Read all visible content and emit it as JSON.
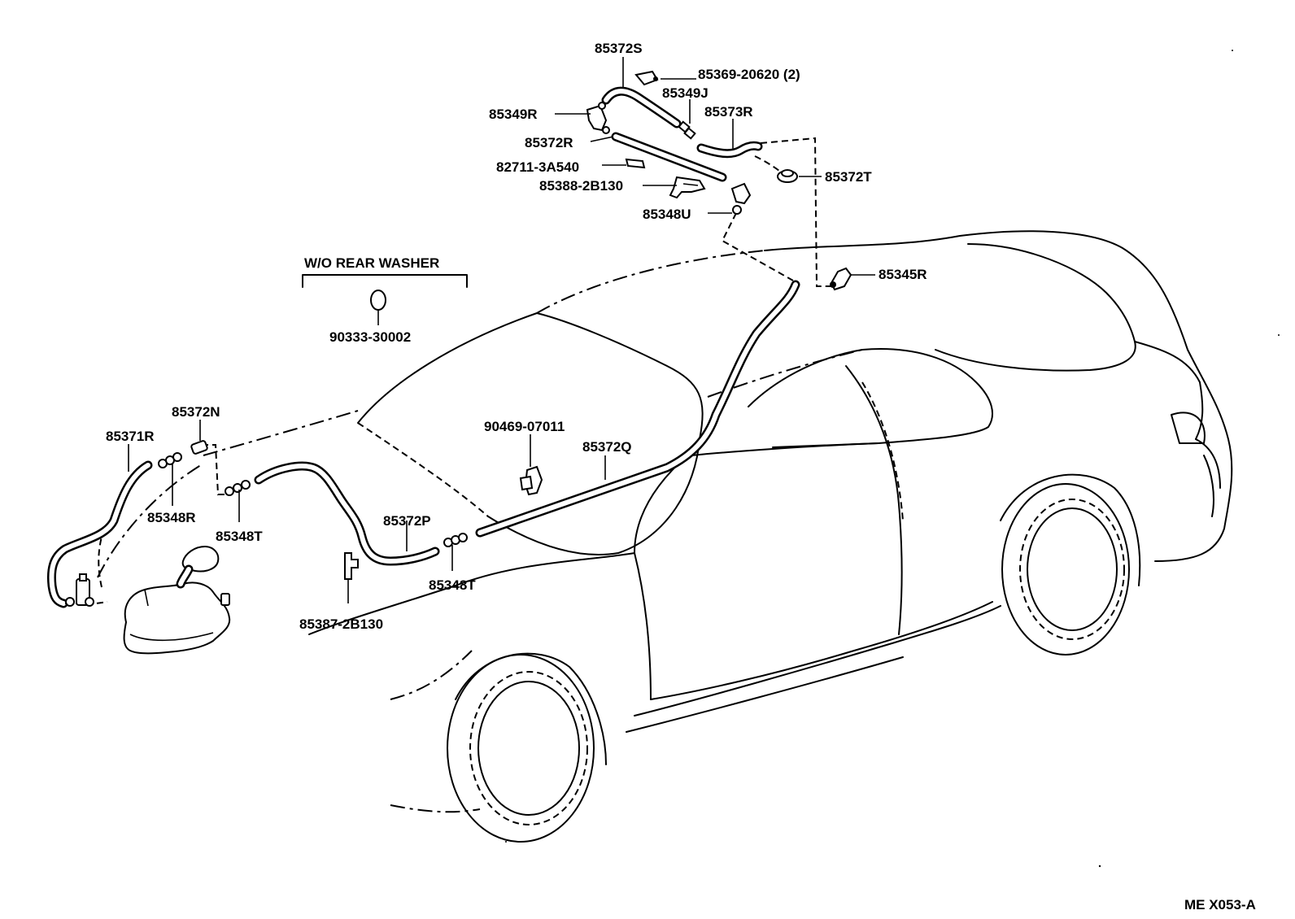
{
  "diagram": {
    "code": "ME X053-A",
    "group_label": "W/O REAR WASHER",
    "callouts": {
      "p85372S": "85372S",
      "p85369": "85369-20620 (2)",
      "p85349J": "85349J",
      "p85349R": "85349R",
      "p85373R": "85373R",
      "p85372R": "85372R",
      "p82711": "82711-3A540",
      "p85372T": "85372T",
      "p85388": "85388-2B130",
      "p85348U": "85348U",
      "p85345R": "85345R",
      "p90333": "90333-30002",
      "p85372N": "85372N",
      "p85371R": "85371R",
      "p90469": "90469-07011",
      "p85372Q": "85372Q",
      "p85348R": "85348R",
      "p85348T_a": "85348T",
      "p85372P": "85372P",
      "p85348T_b": "85348T",
      "p85387": "85387-2B130"
    }
  }
}
